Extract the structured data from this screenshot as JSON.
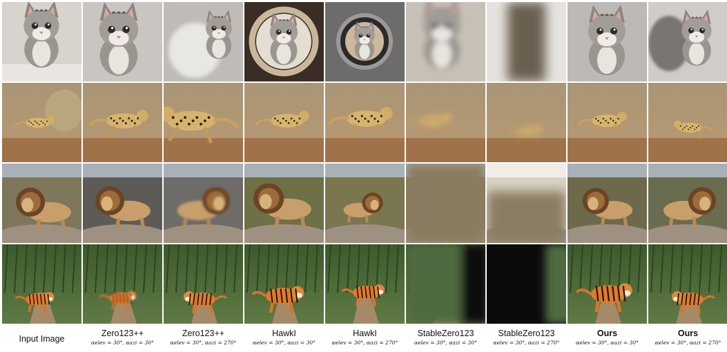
{
  "figure": {
    "columns": [
      {
        "name": "Input Image",
        "param": "",
        "bold": false
      },
      {
        "name": "Zero123++",
        "param": "αelev = 30°, αazi = 30°",
        "bold": false
      },
      {
        "name": "Zero123++",
        "param": "αelev = 30°, αazi = 270°",
        "bold": false
      },
      {
        "name": "HawkI",
        "param": "αelev = 30°, αazi = 30°",
        "bold": false
      },
      {
        "name": "HawkI",
        "param": "αelev = 30°, αazi = 270°",
        "bold": false
      },
      {
        "name": "StableZero123",
        "param": "αelev = 30°, αazi = 30°",
        "bold": false
      },
      {
        "name": "StableZero123",
        "param": "αelev = 30°, αazi = 270°",
        "bold": false
      },
      {
        "name": "Ours",
        "param": "αelev = 30°, αazi = 30°",
        "bold": true
      },
      {
        "name": "Ours",
        "param": "αelev = 30°, αazi = 270°",
        "bold": true
      }
    ],
    "rows": [
      "kitten",
      "cheetah",
      "lion",
      "tiger"
    ],
    "colors": {
      "kitten_bg": "#d9d4ce",
      "cheetah_bg": "#b89a74",
      "lion_bg": "#8b8066",
      "tiger_bg": "#4e6a3a",
      "dark": "#0b0b0b"
    }
  }
}
